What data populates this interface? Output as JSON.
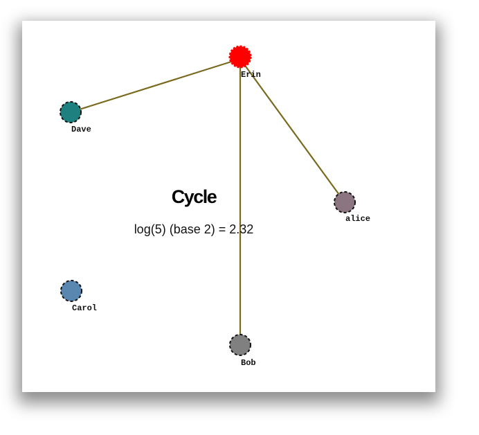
{
  "graph": {
    "title": "Cycle",
    "subtitle": "log(5) (base 2) = 2.32",
    "colors": {
      "edge": "#7a6a1e",
      "erin": "#ff0000",
      "dave": "#1f8080",
      "alice": "#8a7580",
      "carol": "#5a87b0",
      "bob": "#808080"
    },
    "nodes": [
      {
        "id": "erin",
        "label": "Erin"
      },
      {
        "id": "dave",
        "label": "Dave"
      },
      {
        "id": "alice",
        "label": "alice"
      },
      {
        "id": "carol",
        "label": "Carol"
      },
      {
        "id": "bob",
        "label": "Bob"
      }
    ],
    "edges": [
      {
        "from": "erin",
        "to": "dave"
      },
      {
        "from": "erin",
        "to": "alice"
      },
      {
        "from": "erin",
        "to": "bob"
      }
    ]
  }
}
